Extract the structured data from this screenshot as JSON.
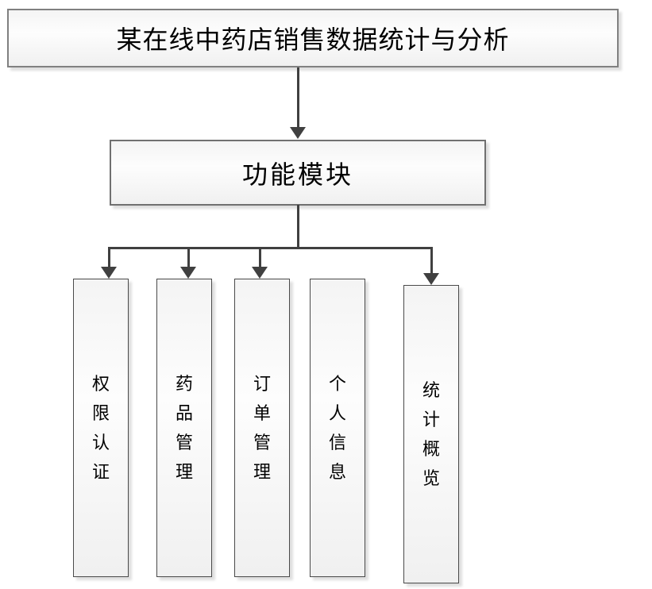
{
  "diagram": {
    "root": {
      "label": "某在线中药店销售数据统计与分析"
    },
    "hub": {
      "label": "功能模块"
    },
    "modules": [
      {
        "label": "权限认证",
        "has_arrow": true
      },
      {
        "label": "药品管理",
        "has_arrow": true
      },
      {
        "label": "订单管理",
        "has_arrow": true
      },
      {
        "label": "个人信息",
        "has_arrow": false
      },
      {
        "label": "统计概览",
        "has_arrow": true
      }
    ],
    "colors": {
      "connector": "#404040",
      "box_border_root": "#808080",
      "box_border_module": "#4a4a4a",
      "box_fill_top": "#f4f4f4",
      "box_fill_bottom": "#f0f0f0",
      "background": "#ffffff"
    }
  }
}
